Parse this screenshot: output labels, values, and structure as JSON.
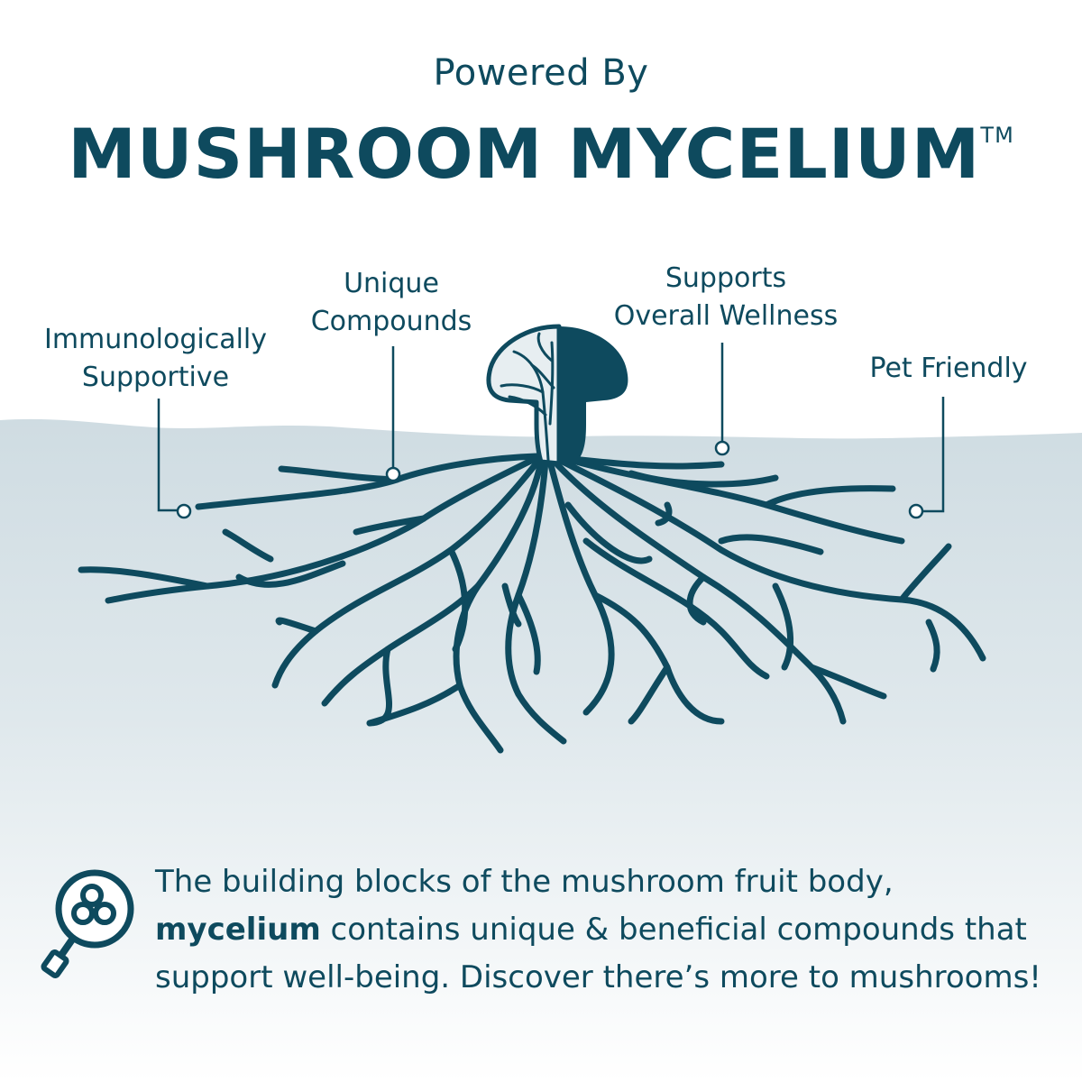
{
  "header": {
    "subtitle": "Powered By",
    "title": "MUSHROOM MYCELIUM",
    "trademark": "TM"
  },
  "callouts": {
    "immunologically_supportive": [
      "Immunologically",
      "Supportive"
    ],
    "unique_compounds": [
      "Unique",
      "Compounds"
    ],
    "supports_overall_wellness": [
      "Supports",
      "Overall Wellness"
    ],
    "pet_friendly": [
      "Pet Friendly"
    ]
  },
  "description": {
    "part1": "The building blocks of the mushroom fruit body, ",
    "highlight": "mycelium",
    "part2": " contains unique & beneficial compounds that support well-being. Discover there’s more to mushrooms!"
  },
  "icons": {
    "mushroom": "mushroom-icon",
    "magnifier": "magnifying-glass-icon"
  },
  "colors": {
    "primary": "#0e4a5e",
    "soil_top": "#d2dee3",
    "soil_bottom": "#ffffff",
    "sky": "#ffffff"
  }
}
